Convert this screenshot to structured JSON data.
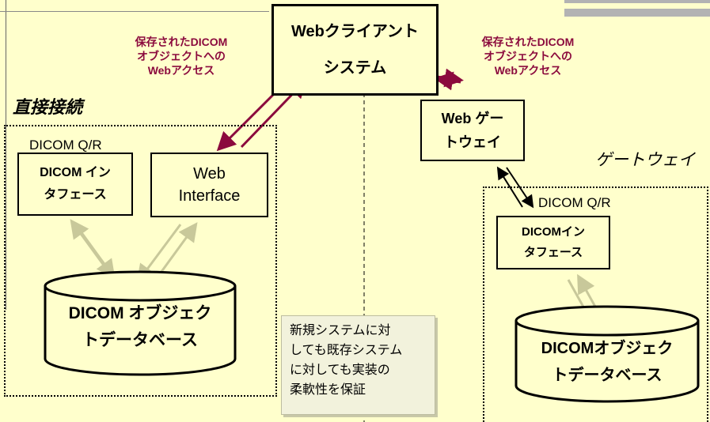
{
  "web_client": {
    "line1": "Webクライアント",
    "line2": "システム"
  },
  "web_access_left": {
    "line1": "保存されたDICOM",
    "line2": "オブジェクトへの",
    "line3": "Webアクセス"
  },
  "web_access_right": {
    "line1": "保存されたDICOM",
    "line2": "オブジェクトへの",
    "line3": "Webアクセス"
  },
  "direct": {
    "title": "直接接続",
    "dicom_qr": "DICOM Q/R"
  },
  "dicom_interface_left": {
    "line1": "DICOM イン",
    "line2": "タフェース"
  },
  "web_interface": {
    "line1": "Web",
    "line2": "Interface"
  },
  "db_left": {
    "line1": "DICOM オブジェク",
    "line2": "トデータベース"
  },
  "web_gateway": {
    "line1": "Web ゲー",
    "line2": "トウェイ"
  },
  "gateway": {
    "title": "ゲートウェイ",
    "dicom_qr": "DICOM Q/R"
  },
  "dicom_interface_right": {
    "line1": "DICOMイン",
    "line2": "タフェース"
  },
  "db_right": {
    "line1": "DICOMオブジェク",
    "line2": "トデータベース"
  },
  "note": {
    "line1": "新規システムに対",
    "line2": "しても既存システム",
    "line3": "に対しても実装の",
    "line4": "柔軟性を保証"
  },
  "colors": {
    "background": "#ffffcc",
    "accent": "#8b0a3d",
    "light_arrow": "#c8c89a",
    "band": "#b3b3b3"
  }
}
